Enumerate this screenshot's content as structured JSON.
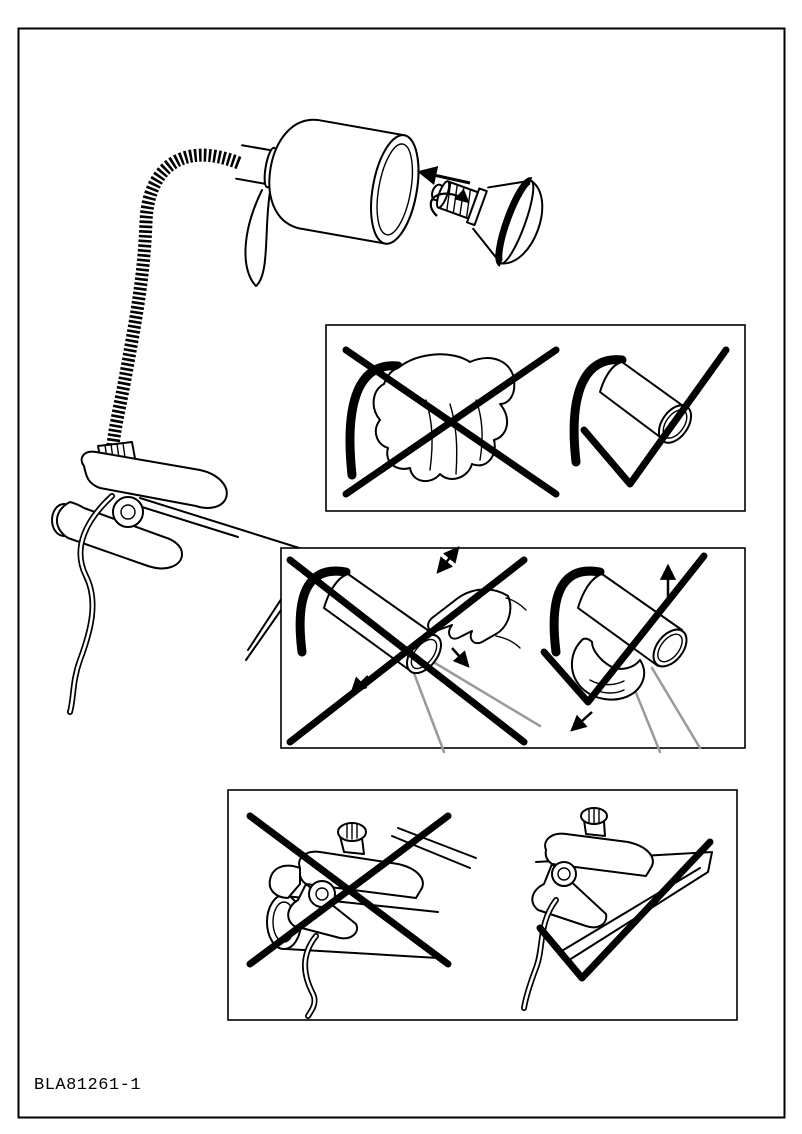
{
  "page": {
    "background": "#ffffff",
    "line_color": "#000000",
    "ray_color": "#9a9a9a"
  },
  "footer": {
    "model_number": "BLA81261-1"
  },
  "figures": {
    "main": "clamp-lamp-with-bulb-being-installed",
    "inset_top": {
      "left": "do-not-cover-lamp-with-cloth",
      "right": "keep-lamp-uncovered-ok"
    },
    "inset_middle": {
      "left": "do-not-grab-hot-shade",
      "right": "adjust-lamp-holding-base-ok"
    },
    "inset_bottom": {
      "left": "do-not-clamp-onto-pipe",
      "right": "clamp-onto-table-edge-ok"
    }
  }
}
